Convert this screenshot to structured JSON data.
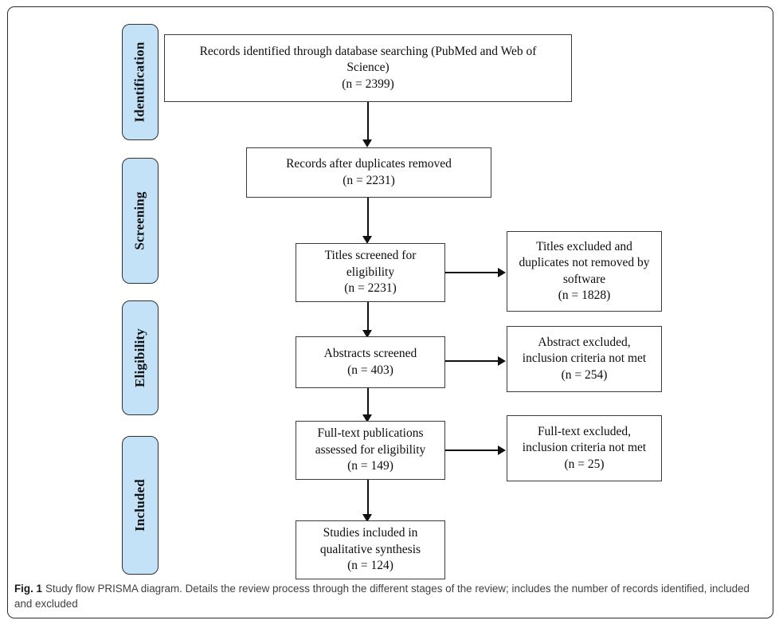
{
  "figure": {
    "caption_label": "Fig. 1",
    "caption_text": "Study flow PRISMA diagram. Details the review process through the different stages of the review; includes the number of records identified, included and excluded"
  },
  "colors": {
    "stage_fill": "#c3e2f7",
    "stage_border": "#2f3133",
    "box_border": "#3a3a3a",
    "connector": "#111111",
    "frame_border": "#2b2b2b",
    "caption_text": "#3f3f3f"
  },
  "stages": [
    {
      "id": "identification",
      "label": "Identification"
    },
    {
      "id": "screening",
      "label": "Screening"
    },
    {
      "id": "eligibility",
      "label": "Eligibility"
    },
    {
      "id": "included",
      "label": "Included"
    }
  ],
  "chart_data": {
    "type": "diagram",
    "title": "Study flow PRISMA diagram",
    "nodes": [
      {
        "id": "records-identified",
        "stage": "Identification",
        "text": "Records identified through database searching (PubMed and Web of\nScience)\n(n = 2399)",
        "n": 2399,
        "column": "main"
      },
      {
        "id": "records-after-duplicates",
        "stage": "Screening",
        "text": "Records after duplicates removed\n(n = 2231)",
        "n": 2231,
        "column": "main"
      },
      {
        "id": "titles-screened",
        "stage": "Screening",
        "text": "Titles screened for\neligibility\n(n = 2231)",
        "n": 2231,
        "column": "main"
      },
      {
        "id": "titles-excluded",
        "stage": "Screening",
        "text": "Titles excluded and\nduplicates not removed by\nsoftware\n(n = 1828)",
        "n": 1828,
        "column": "exclusion"
      },
      {
        "id": "abstracts-screened",
        "stage": "Eligibility",
        "text": "Abstracts screened\n(n = 403)",
        "n": 403,
        "column": "main"
      },
      {
        "id": "abstracts-excluded",
        "stage": "Eligibility",
        "text": "Abstract excluded,\ninclusion criteria not met\n(n = 254)",
        "n": 254,
        "column": "exclusion"
      },
      {
        "id": "fulltext-assessed",
        "stage": "Eligibility",
        "text": "Full-text publications\nassessed for eligibility\n(n = 149)",
        "n": 149,
        "column": "main"
      },
      {
        "id": "fulltext-excluded",
        "stage": "Eligibility",
        "text": "Full-text excluded,\ninclusion criteria not met\n(n = 25)",
        "n": 25,
        "column": "exclusion"
      },
      {
        "id": "studies-included",
        "stage": "Included",
        "text": "Studies included in\nqualitative synthesis\n(n = 124)",
        "n": 124,
        "column": "main"
      }
    ],
    "edges": [
      {
        "from": "records-identified",
        "to": "records-after-duplicates",
        "direction": "down"
      },
      {
        "from": "records-after-duplicates",
        "to": "titles-screened",
        "direction": "down"
      },
      {
        "from": "titles-screened",
        "to": "titles-excluded",
        "direction": "right"
      },
      {
        "from": "titles-screened",
        "to": "abstracts-screened",
        "direction": "down"
      },
      {
        "from": "abstracts-screened",
        "to": "abstracts-excluded",
        "direction": "right"
      },
      {
        "from": "abstracts-screened",
        "to": "fulltext-assessed",
        "direction": "down"
      },
      {
        "from": "fulltext-assessed",
        "to": "fulltext-excluded",
        "direction": "right"
      },
      {
        "from": "fulltext-assessed",
        "to": "studies-included",
        "direction": "down"
      }
    ]
  }
}
